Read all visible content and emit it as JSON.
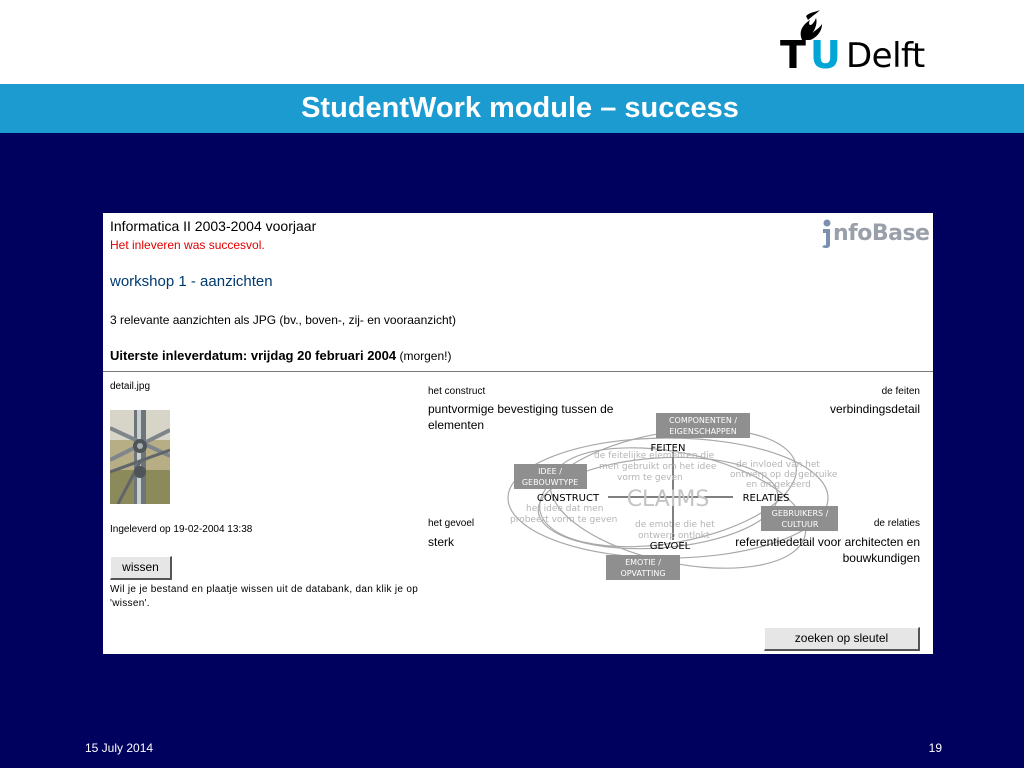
{
  "slide": {
    "title": "StudentWork module – success",
    "footer_date": "15 July 2014",
    "page_number": "19"
  },
  "logo": {
    "t": "T",
    "u": "U",
    "delft": "Delft"
  },
  "app": {
    "course_title": "Informatica II 2003-2004 voorjaar",
    "success_message": "Het inleveren was succesvol.",
    "workshop_title": "workshop 1 - aanzichten",
    "task_description": "3 relevante aanzichten als JPG (bv., boven-, zij- en vooraanzicht)",
    "deadline_bold": "Uiterste inleverdatum: vrijdag 20 februari 2004",
    "deadline_note": " (morgen!)",
    "infobase_logo": "nfoBase",
    "filename": "detail.jpg",
    "submitted": "Ingeleverd op 19-02-2004 13:38",
    "wissen_button": "wissen",
    "wissen_help": "Wil je je bestand en plaatje wissen uit de databank, dan klik je op 'wissen'.",
    "zoeken_button": "zoeken op sleutel",
    "construct_heading": "het construct",
    "construct_value": "puntvormige bevestiging tussen de elementen",
    "feiten_heading": "de feiten",
    "feiten_value": "verbindingsdetail",
    "gevoel_heading": "het gevoel",
    "gevoel_value": "sterk",
    "relaties_heading": "de relaties",
    "relaties_value": "referentiedetail voor architecten en bouwkundigen"
  },
  "diagram": {
    "center": "CLAIMS",
    "feiten": "FEITEN",
    "construct": "CONSTRUCT",
    "relaties": "RELATIES",
    "gevoel": "GEVOEL",
    "box_componenten_1": "COMPONENTEN /",
    "box_componenten_2": "EIGENSCHAPPEN",
    "box_idee_1": "IDEE /",
    "box_idee_2": "GEBOUWTYPE",
    "box_gebruikers_1": "GEBRUIKERS /",
    "box_gebruikers_2": "CULTUUR",
    "box_emotie_1": "EMOTIE /",
    "box_emotie_2": "OPVATTING",
    "note_feiten_1": "de feitelijke elementen die",
    "note_feiten_2": "men gebruikt om het idee",
    "note_feiten_3": "vorm te geven",
    "note_relaties_1": "de invloed van het",
    "note_relaties_2": "ontwerp op de gebruiker",
    "note_relaties_3": "en omgekeerd",
    "note_construct_1": "het idee dat men",
    "note_construct_2": "probeert vorm te geven",
    "note_gevoel_1": "de emotie die het",
    "note_gevoel_2": "ontwerp ontlokt"
  },
  "colors": {
    "background": "#00005e",
    "title_bar": "#1c9bd0",
    "success": "#e00000",
    "workshop": "#003a70"
  }
}
